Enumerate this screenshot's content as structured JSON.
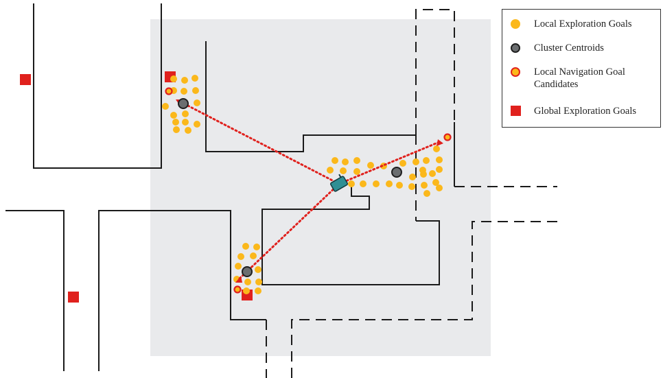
{
  "colors": {
    "explored_area": "#e9eaec",
    "wall": "#1a1a1a",
    "frontier": "#1a1a1a",
    "exploration_goal": "#fbb81b",
    "centroid_fill": "#6b6e70",
    "centroid_stroke": "#1f1f1f",
    "nav_candidate_fill": "#fbb81b",
    "nav_candidate_stroke": "#e0211d",
    "global_goal": "#e0211d",
    "path": "#e0211d",
    "robot_body": "#2f8f94",
    "robot_stroke": "#143d40"
  },
  "legend": {
    "items": [
      {
        "label": "Local Exploration Goals",
        "marker": "exploration-goal"
      },
      {
        "label": "Cluster Centroids",
        "marker": "centroid"
      },
      {
        "label": "Local Navigation Goal Candidates",
        "marker": "nav-candidate"
      },
      {
        "label": "Global Exploration Goals",
        "marker": "global-goal"
      }
    ]
  },
  "map": {
    "robot_icon": "robot-vehicle-icon",
    "clusters": [
      {
        "name": "upper-left-cluster",
        "goal_count": 15
      },
      {
        "name": "corridor-cluster",
        "goal_count": 27
      },
      {
        "name": "lower-cluster",
        "goal_count": 11
      }
    ],
    "global_goal_count": 4
  }
}
